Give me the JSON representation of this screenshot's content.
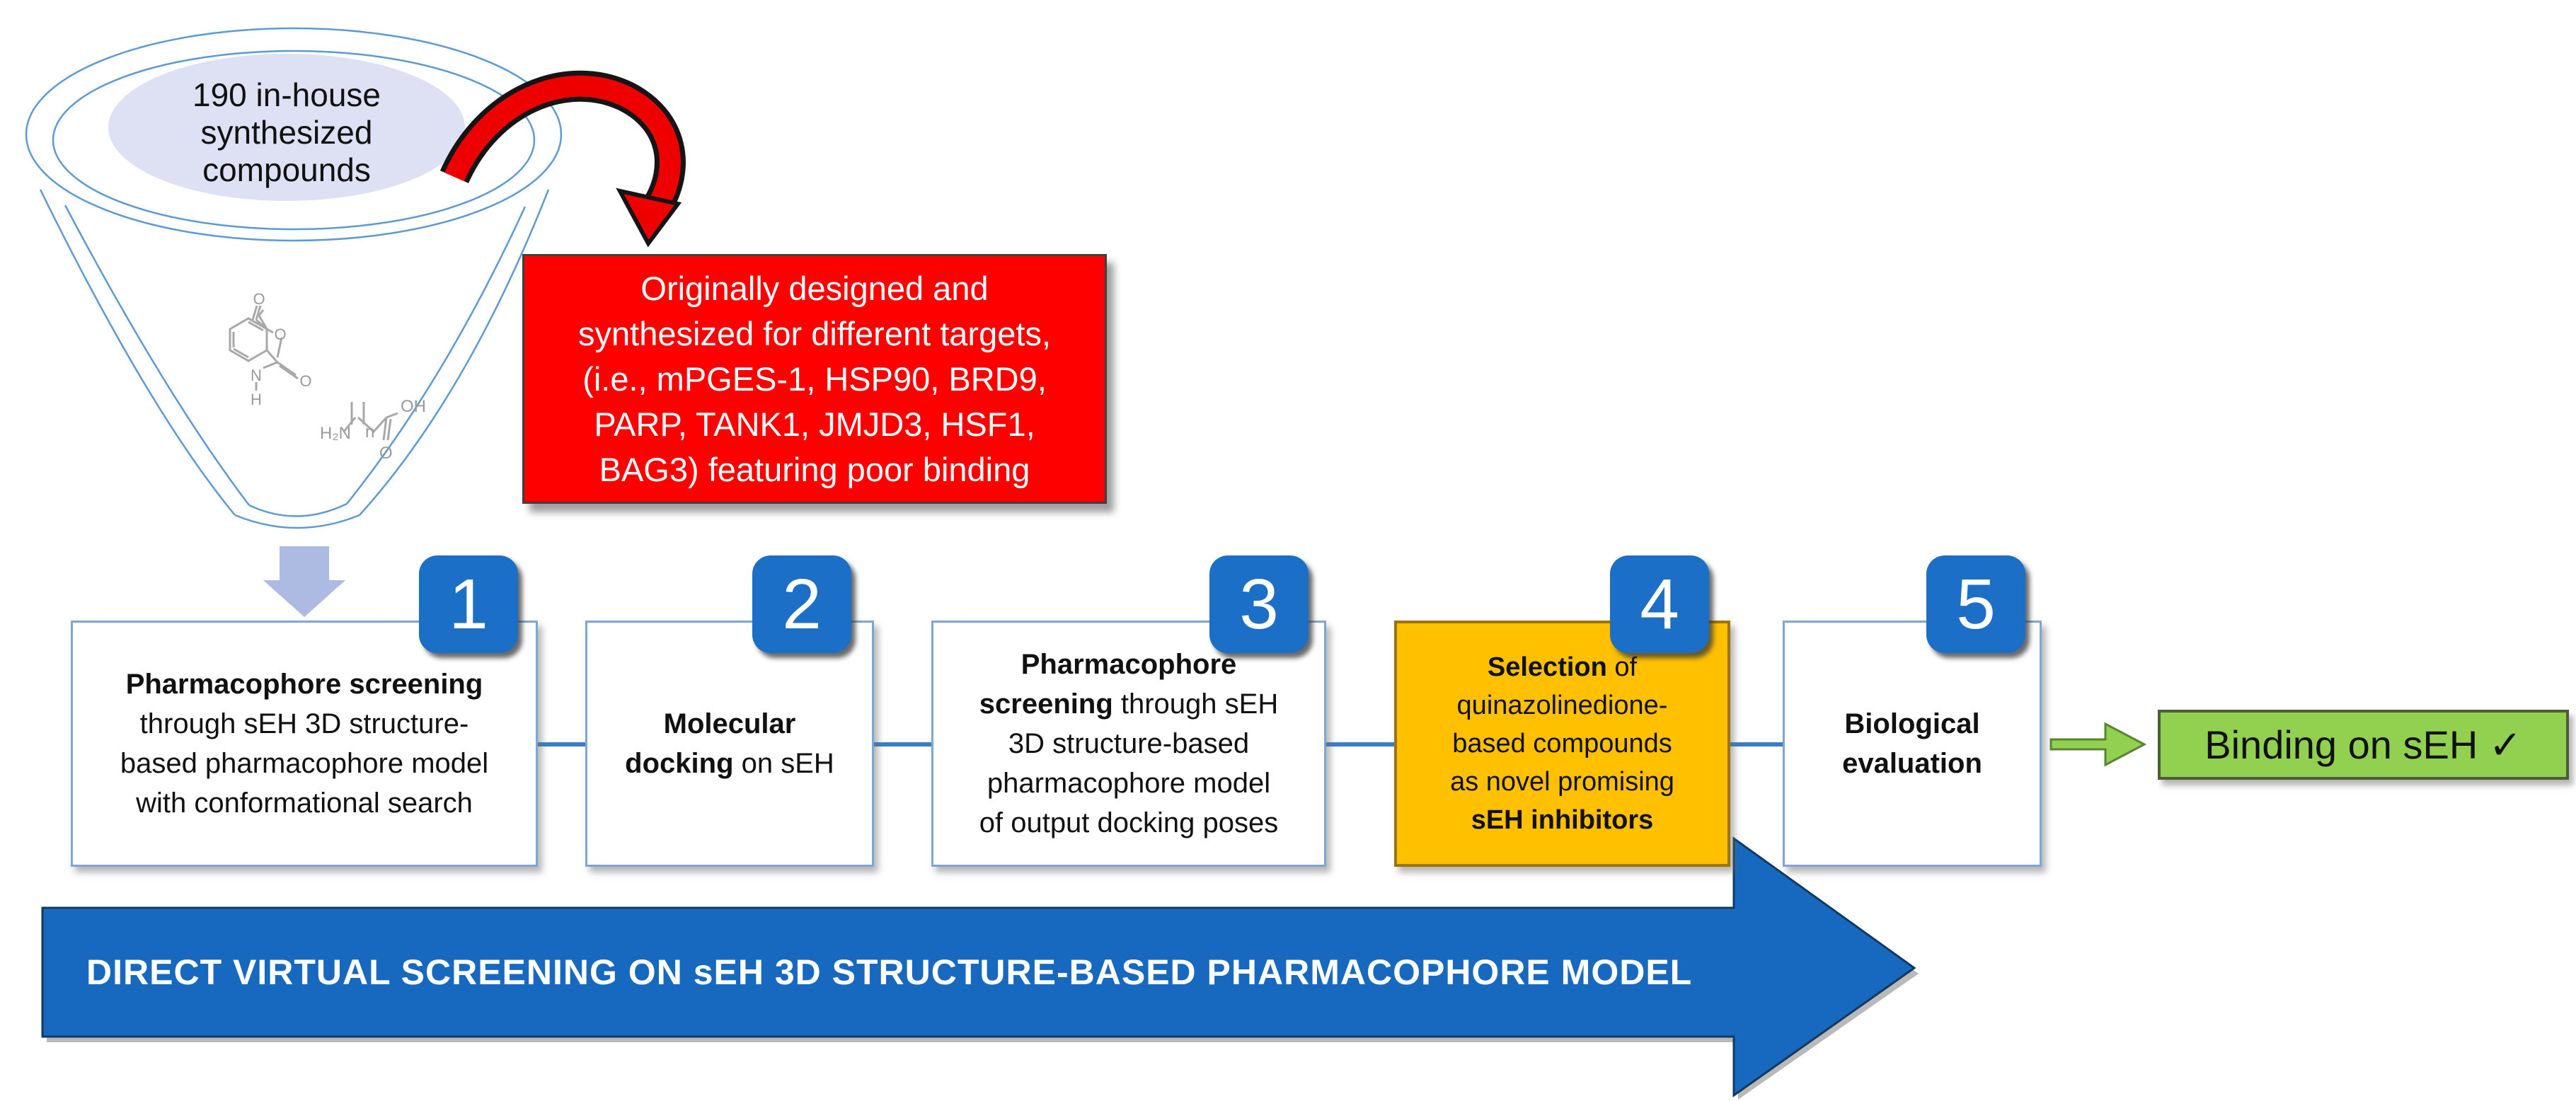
{
  "funnel": {
    "lines": [
      "190 in-house",
      "synthesized",
      "compounds"
    ],
    "molecule1": {
      "o_top": "O",
      "o_ring": "O",
      "o_side": "O",
      "n": "N",
      "h": "H"
    },
    "molecule2": {
      "h2n": "H₂N",
      "nsub": "n",
      "oh": "OH",
      "o": "O"
    }
  },
  "red_note": {
    "lines": [
      "Originally designed and",
      "synthesized for different targets,",
      "(i.e., mPGES-1, HSP90, BRD9,",
      "PARP, TANK1, JMJD3, HSF1,",
      "BAG3) featuring poor binding"
    ]
  },
  "steps": [
    {
      "num": "1",
      "lines": [
        {
          "b": "Pharmacophore screening",
          "r": ""
        },
        {
          "b": "",
          "r": "through sEH 3D structure-"
        },
        {
          "b": "",
          "r": "based pharmacophore model"
        },
        {
          "b": "",
          "r": "with conformational search"
        }
      ]
    },
    {
      "num": "2",
      "lines": [
        {
          "b": "Molecular",
          "r": ""
        },
        {
          "b": "docking",
          "r": " on sEH"
        }
      ]
    },
    {
      "num": "3",
      "lines": [
        {
          "b": "Pharmacophore",
          "r": ""
        },
        {
          "b": "screening",
          "r": " through sEH"
        },
        {
          "b": "",
          "r": "3D structure-based"
        },
        {
          "b": "",
          "r": "pharmacophore model"
        },
        {
          "b": "",
          "r": "of output docking poses"
        }
      ]
    },
    {
      "num": "4",
      "lines": [
        {
          "b": "Selection",
          "r": " of"
        },
        {
          "b": "",
          "r": "quinazolinedione-"
        },
        {
          "b": "",
          "r": "based compounds"
        },
        {
          "b": "",
          "r": "as novel promising"
        },
        {
          "b": "sEH inhibitors",
          "r": ""
        }
      ]
    },
    {
      "num": "5",
      "lines": [
        {
          "b": "Biological",
          "r": ""
        },
        {
          "b": "evaluation",
          "r": ""
        }
      ]
    }
  ],
  "banner": {
    "text": "DIRECT VIRTUAL SCREENING ON sEH 3D STRUCTURE-BASED PHARMACOPHORE MODEL"
  },
  "result": {
    "text": "Binding on sEH ✓"
  },
  "colors": {
    "note_red": "#ff0000",
    "step_highlight_orange": "#ffc000",
    "result_green": "#92d050",
    "badge_blue": "#1c6fc6",
    "banner_blue": "#1769bf",
    "connector_blue": "#3b7dc8",
    "box_border_blue": "#7ea5d6",
    "funnel_outline_blue": "#5b9bd5",
    "funnel_ellipse_fill": "#dde1f3",
    "muted_arrow_lavender": "#adbbe3",
    "molecule_gray": "#a8a8a8"
  }
}
